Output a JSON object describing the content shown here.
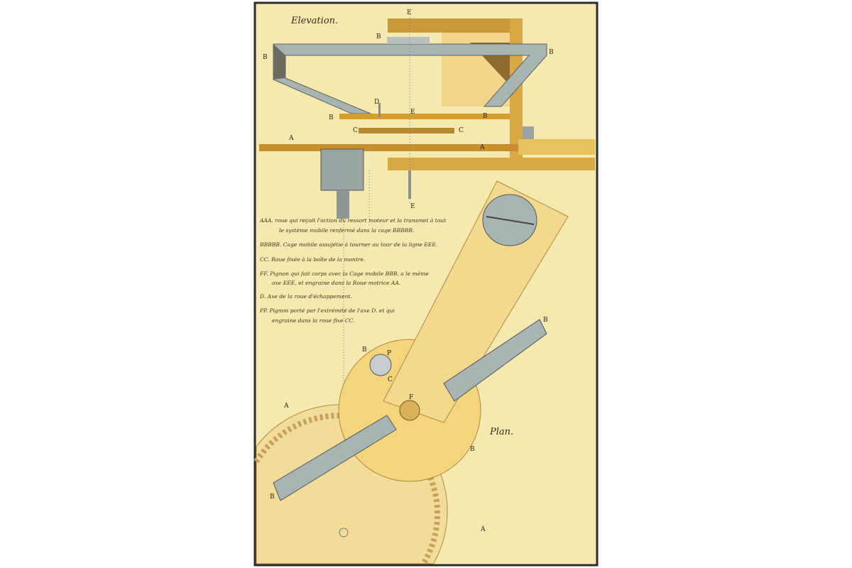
{
  "titles": {
    "elevation": "Elevation.",
    "plan": "Plan."
  },
  "labels": {
    "A": "A",
    "B": "B",
    "C": "C",
    "D": "D",
    "E": "E",
    "F": "F",
    "P": "P"
  },
  "legend": [
    {
      "line1": "AAA. roue qui reçoit l'action du ressort moteur et la transmet à tout",
      "line2": "le système mobile renfermé dans la cage BBBBB."
    },
    {
      "line1": "BBBBB. Cage mobile assujétie à tourner au tour de la ligne EEE.",
      "line2": ""
    },
    {
      "line1": "CC. Roue fixée à la boîte de la montre.",
      "line2": ""
    },
    {
      "line1": "FF. Pignon qui fait corps avec la Cage mobile BBB, a le même",
      "line2": "axe EEE, et engraine dans la Roue motrice AA."
    },
    {
      "line1": "D. Axe de la roue d'échappement.",
      "line2": ""
    },
    {
      "line1": "PP. Pignon porté par l'extrémité de l'axe D. et qui",
      "line2": "engraine dans la roue fixe CC."
    }
  ],
  "colors": {
    "paper": "#f6e9b0",
    "brass": "#d9a93a",
    "steel": "#a9b6b4",
    "border": "#2b2b2b"
  }
}
